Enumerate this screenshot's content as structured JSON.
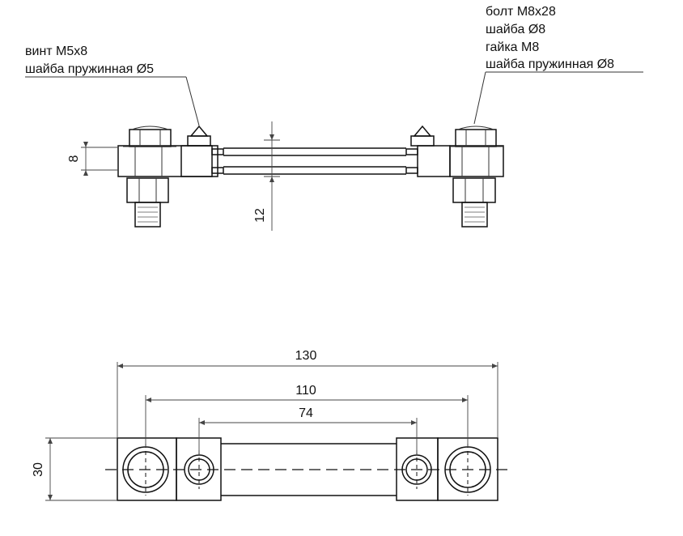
{
  "callout_left": {
    "lines": [
      "винт M5x8",
      "шайба пружинная Ø5"
    ]
  },
  "callout_right": {
    "lines": [
      "болт M8x28",
      "шайба Ø8",
      "гайка M8",
      "шайба пружинная Ø8"
    ]
  },
  "dimensions": {
    "side_height": "8",
    "side_gap": "12",
    "overall_length": "130",
    "hole_spacing_large": "110",
    "hole_spacing_small": "74",
    "plan_width": "30"
  }
}
